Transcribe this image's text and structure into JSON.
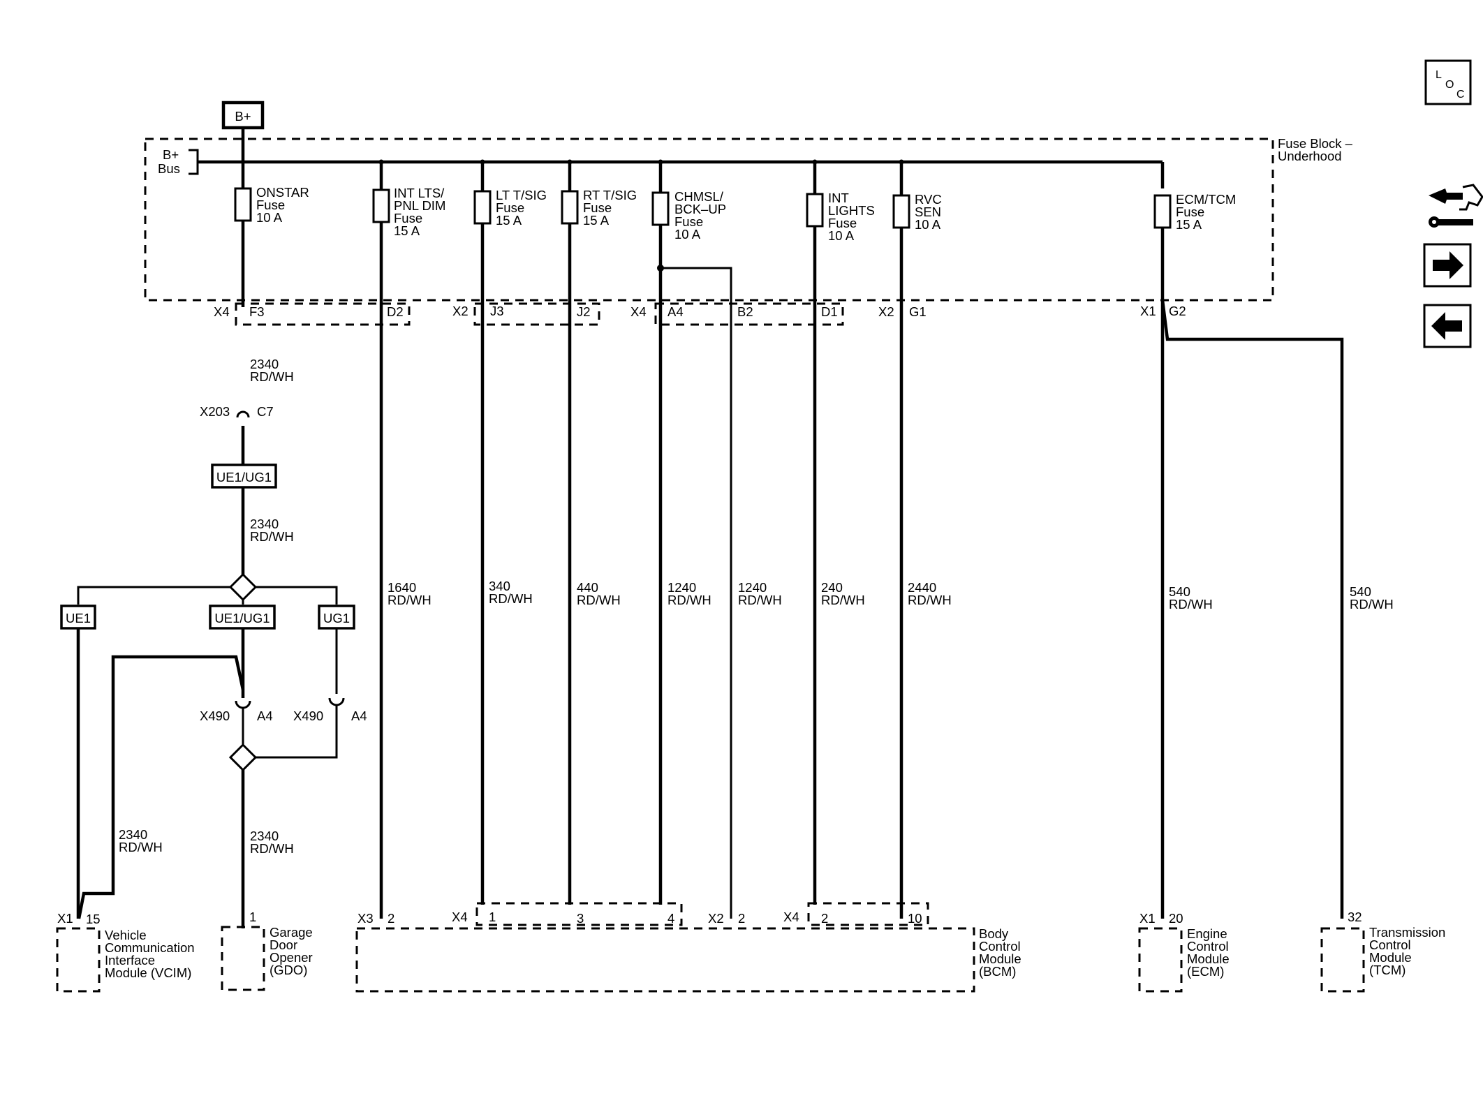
{
  "power": {
    "source": "B+",
    "bus_line1": "B+",
    "bus_line2": "Bus"
  },
  "fuse_block": {
    "line1": "Fuse Block –",
    "line2": "Underhood"
  },
  "fuses": [
    {
      "lines": [
        "ONSTAR",
        "Fuse",
        "10 A"
      ]
    },
    {
      "lines": [
        "INT LTS/",
        "PNL DIM",
        "Fuse",
        "15 A"
      ]
    },
    {
      "lines": [
        "LT T/SIG",
        "Fuse",
        "15 A"
      ]
    },
    {
      "lines": [
        "RT T/SIG",
        "Fuse",
        "15 A"
      ]
    },
    {
      "lines": [
        "CHMSL/",
        "BCK–UP",
        "Fuse",
        "10 A"
      ]
    },
    {
      "lines": [
        "INT",
        "LIGHTS",
        "Fuse",
        "10 A"
      ]
    },
    {
      "lines": [
        "RVC",
        "SEN",
        "10 A"
      ]
    },
    {
      "lines": [
        "ECM/TCM",
        "Fuse",
        "15 A"
      ]
    }
  ],
  "fuse_connectors": {
    "x4_a": "X4",
    "f3": "F3",
    "d2": "D2",
    "x2_a": "X2",
    "j3": "J3",
    "j2": "J2",
    "x4_b": "X4",
    "a4": "A4",
    "b2": "B2",
    "d1": "D1",
    "x2_b": "X2",
    "g1": "G1",
    "x1": "X1",
    "g2": "G2"
  },
  "inline": {
    "x203": "X203",
    "c7": "C7",
    "x490_a": "X490",
    "a4_a": "A4",
    "x490_b": "X490",
    "a4_b": "A4"
  },
  "options": {
    "ue1ug1_top": "UE1/UG1",
    "ue1": "UE1",
    "ue1ug1_mid": "UE1/UG1",
    "ug1": "UG1"
  },
  "wires": [
    {
      "circuit": "2340",
      "color": "RD/WH"
    },
    {
      "circuit": "2340",
      "color": "RD/WH"
    },
    {
      "circuit": "1640",
      "color": "RD/WH"
    },
    {
      "circuit": "340",
      "color": "RD/WH"
    },
    {
      "circuit": "440",
      "color": "RD/WH"
    },
    {
      "circuit": "1240",
      "color": "RD/WH"
    },
    {
      "circuit": "1240",
      "color": "RD/WH"
    },
    {
      "circuit": "240",
      "color": "RD/WH"
    },
    {
      "circuit": "2440",
      "color": "RD/WH"
    },
    {
      "circuit": "540",
      "color": "RD/WH"
    },
    {
      "circuit": "540",
      "color": "RD/WH"
    },
    {
      "circuit": "2340",
      "color": "RD/WH"
    },
    {
      "circuit": "2340",
      "color": "RD/WH"
    }
  ],
  "module_pins": {
    "vcim_conn": "X1",
    "vcim_pin": "15",
    "gdo_pin": "1",
    "bcm_x3": "X3",
    "bcm_x3_pin": "2",
    "bcm_x4a": "X4",
    "bcm_x4a_pin1": "1",
    "bcm_x4a_pin3": "3",
    "bcm_x4a_pin4": "4",
    "bcm_x2": "X2",
    "bcm_x2_pin": "2",
    "bcm_x4b": "X4",
    "bcm_x4b_pin2": "2",
    "bcm_x4b_pin10": "10",
    "ecm_conn": "X1",
    "ecm_pin": "20",
    "tcm_pin": "32"
  },
  "modules": [
    {
      "lines": [
        "Vehicle",
        "Communication",
        "Interface",
        "Module (VCIM)"
      ]
    },
    {
      "lines": [
        "Garage",
        "Door",
        "Opener",
        "(GDO)"
      ]
    },
    {
      "lines": [
        "Body",
        "Control",
        "Module",
        "(BCM)"
      ]
    },
    {
      "lines": [
        "Engine",
        "Control",
        "Module",
        "(ECM)"
      ]
    },
    {
      "lines": [
        "Transmission",
        "Control",
        "Module",
        "(TCM)"
      ]
    }
  ],
  "nav": {
    "loc_l": "L",
    "loc_o": "O",
    "loc_c": "C",
    "diag_icon": "wrench-connector-icon",
    "next_icon": "arrow-right-icon",
    "prev_icon": "arrow-left-icon"
  }
}
